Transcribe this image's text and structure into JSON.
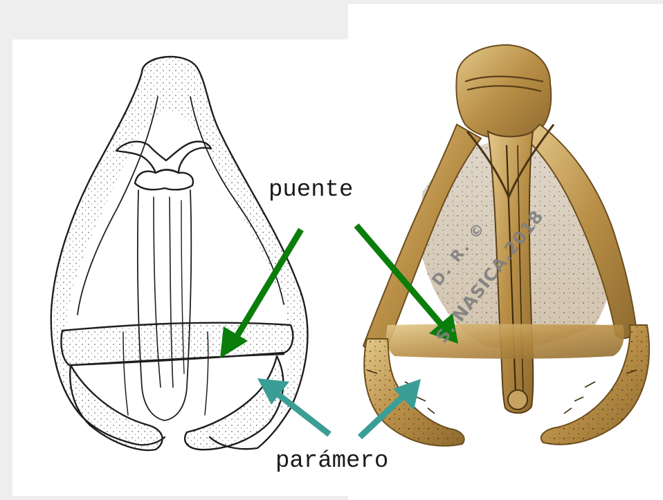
{
  "labels": {
    "bridge": "puente",
    "paramere": "parámero"
  },
  "watermark": {
    "line1": "D. R. ©",
    "line2": "S. NASICA.2018"
  },
  "colors": {
    "bridge_arrow": "#0a7d0a",
    "paramere_arrow": "#3a9e96",
    "drawing_ink": "#1e1e1e",
    "photo_sclerite": "#b38a45"
  },
  "icons": [
    "arrow-icon"
  ]
}
